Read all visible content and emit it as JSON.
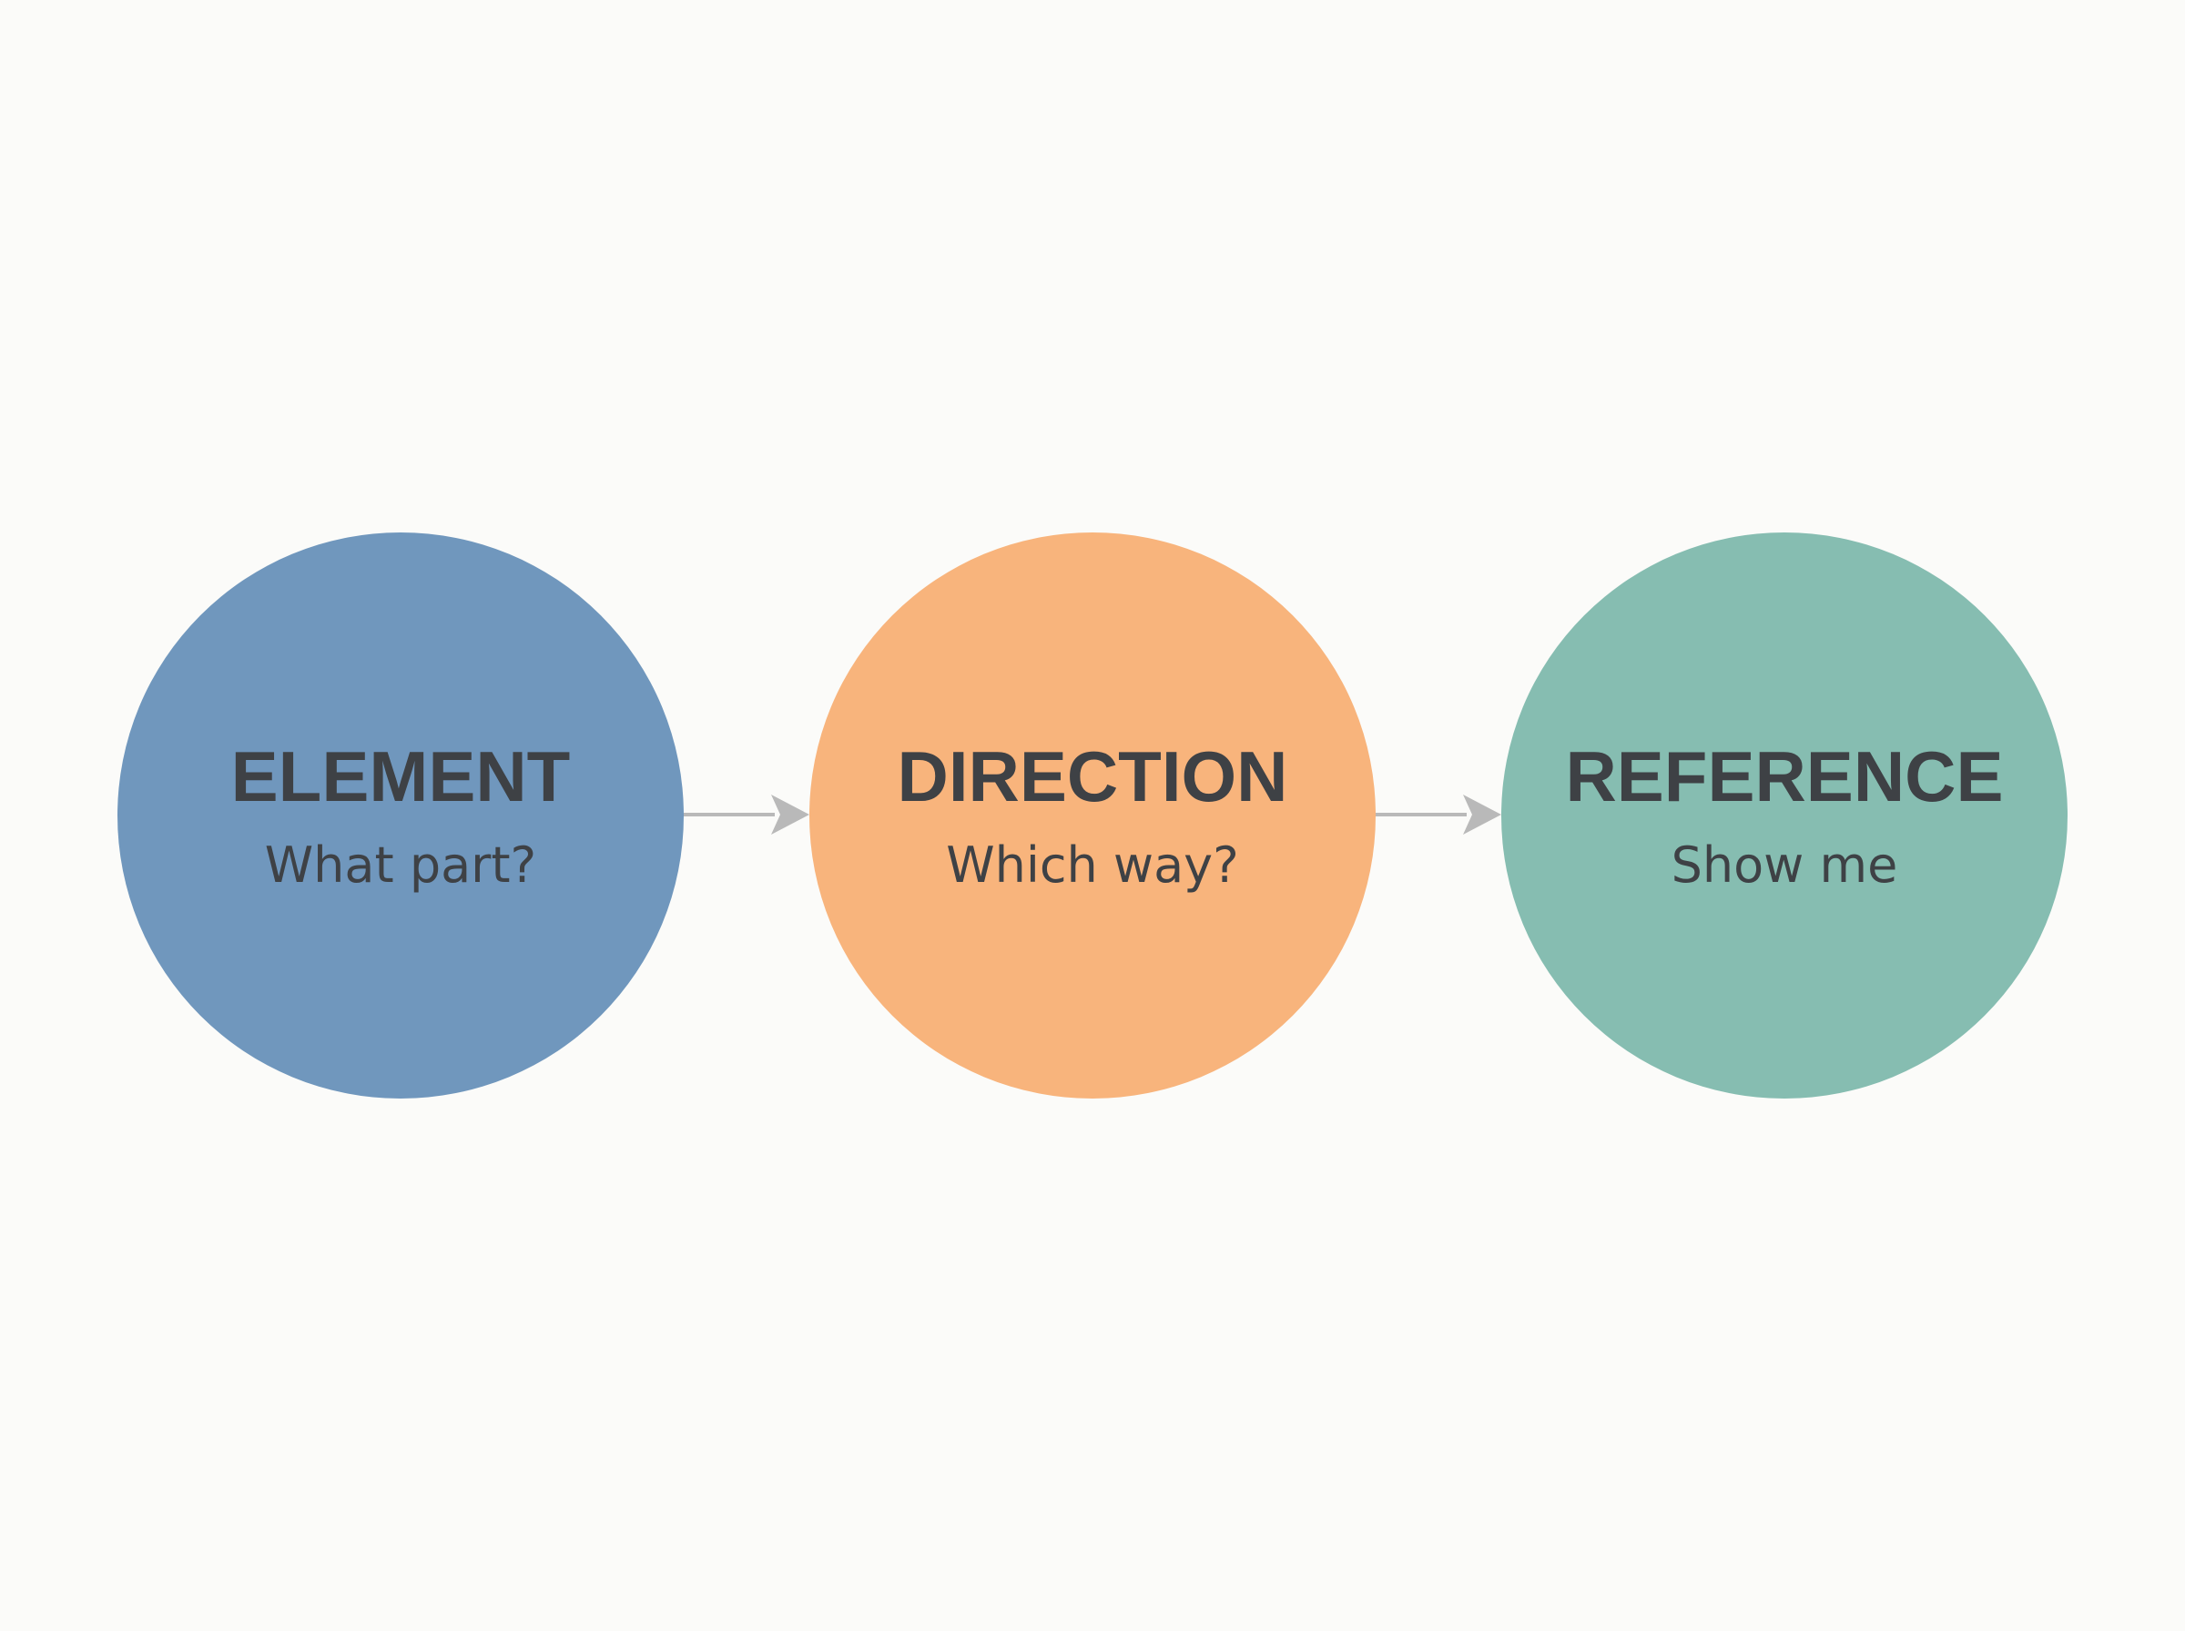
{
  "colors": {
    "background": "#fbfbf9",
    "element": "#7097bd",
    "direction": "#f8b47c",
    "reference": "#86bdb1",
    "arrow": "#b9b9b9",
    "text": "#3e4145"
  },
  "nodes": [
    {
      "title": "ELEMENT",
      "subtitle": "What part?"
    },
    {
      "title": "DIRECTION",
      "subtitle": "Which way?"
    },
    {
      "title": "REFERENCE",
      "subtitle": "Show me"
    }
  ]
}
